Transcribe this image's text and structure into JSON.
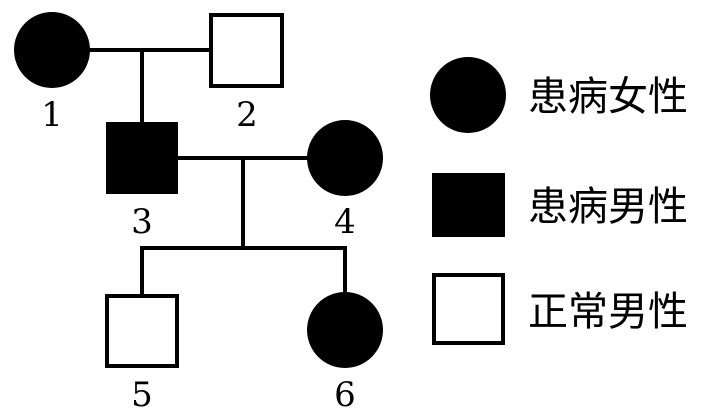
{
  "pedigree": {
    "individuals": [
      {
        "id": "1",
        "sex": "female",
        "affected": true
      },
      {
        "id": "2",
        "sex": "male",
        "affected": false
      },
      {
        "id": "3",
        "sex": "male",
        "affected": true
      },
      {
        "id": "4",
        "sex": "female",
        "affected": true
      },
      {
        "id": "5",
        "sex": "male",
        "affected": false
      },
      {
        "id": "6",
        "sex": "female",
        "affected": true
      }
    ]
  },
  "legend": {
    "affected_female": "患病女性",
    "affected_male": "患病男性",
    "normal_male": "正常男性"
  },
  "colors": {
    "affected": "#000000",
    "normal": "#ffffff",
    "line": "#000000"
  }
}
